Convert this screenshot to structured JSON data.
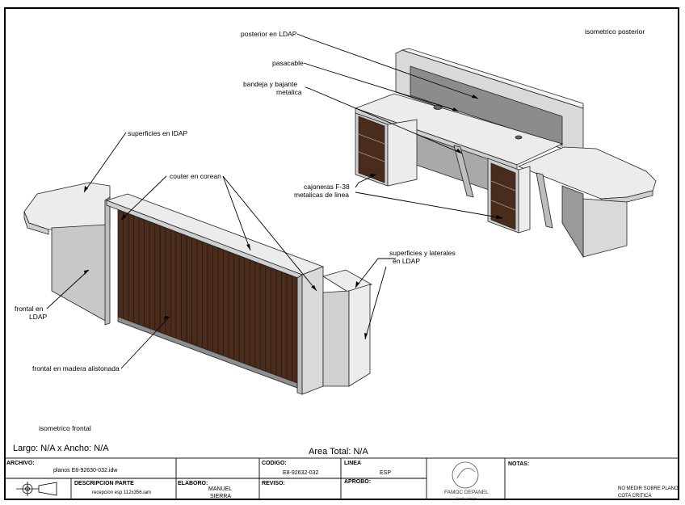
{
  "drawing": {
    "view_rear": "isometrico posterior",
    "view_front": "isometrico frontal",
    "dimensions": "Largo: N/A x Ancho: N/A",
    "area": "Area Total: N/A"
  },
  "callouts": {
    "posterior": "posterior en LDAP",
    "pasacable": "pasacable",
    "bandeja_1": "bandeja y bajante",
    "bandeja_2": "metalica",
    "cajoneras_1": "cajoneras F-38",
    "cajoneras_2": "metalicas de linea",
    "superficies": "superficies en lDAP",
    "couter": "couter en corean",
    "superficies_laterales_1": "superficies y laterales",
    "superficies_laterales_2": "en LDAP",
    "frontal_ldap_1": "frontal en",
    "frontal_ldap_2": "LDAP",
    "frontal_madera": "frontal en madera alistonada"
  },
  "title_block": {
    "archivo_label": "ARCHIVO:",
    "archivo_value": "planos E8-92630-032.idw",
    "codigo_label": "CODIGO:",
    "codigo_value": "E8-92632-032",
    "linea_label": "LINEA",
    "linea_value": "ESP",
    "descripcion_label": "DESCRIPCION PARTE",
    "descripcion_value": "recepcion esp 112x356.iam",
    "elaboro_label": "ELABORO:",
    "elaboro_value_1": "MANUEL",
    "elaboro_value_2": "SIERRA",
    "reviso_label": "REVISO:",
    "aprobo_label": "APROBO:",
    "notas_label": "NOTAS:",
    "note_1": "NO MEDIR SOBRE PLANO",
    "note_2": "COTA CRITICA"
  },
  "logo": {
    "brand": "FAMOC DEPANEL",
    "tagline": "Diseño Interior"
  },
  "colors": {
    "light_panel": "#ececec",
    "mid_panel": "#c8c8c8",
    "dark_panel": "#8e8e8e",
    "wood": "#4a2c1c",
    "wood_line": "#2a160d"
  }
}
